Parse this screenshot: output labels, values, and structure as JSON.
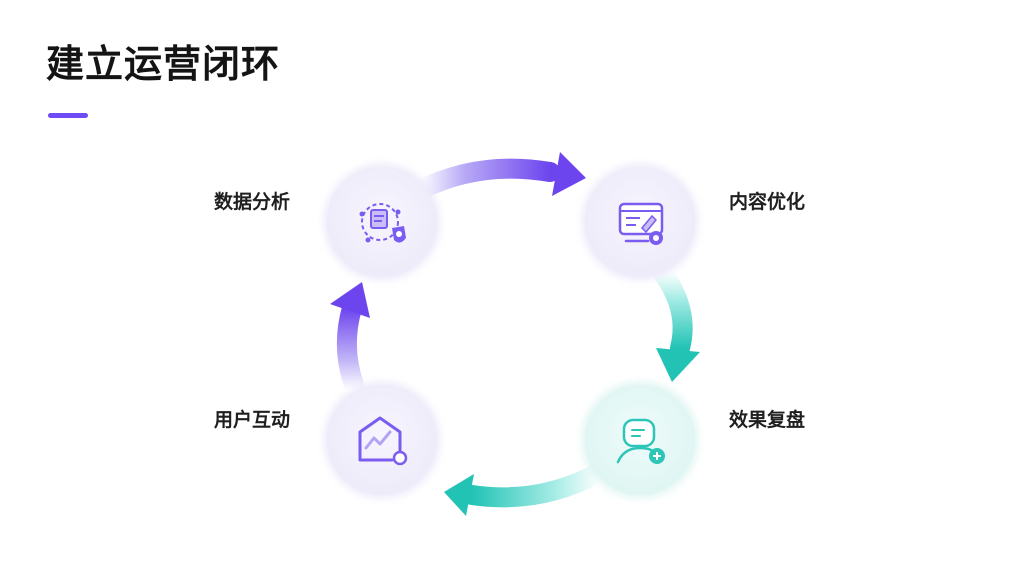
{
  "title": "建立运营闭环",
  "nodes": [
    {
      "id": "top-left",
      "label": "数据分析",
      "icon": "data-analysis-icon",
      "color": "#7b5cf0"
    },
    {
      "id": "top-right",
      "label": "内容优化",
      "icon": "content-optimize-icon",
      "color": "#7b5cf0"
    },
    {
      "id": "bottom-right",
      "label": "效果复盘",
      "icon": "review-icon",
      "color": "#2cc5b8"
    },
    {
      "id": "bottom-left",
      "label": "用户互动",
      "icon": "user-interaction-icon",
      "color": "#7b5cf0"
    }
  ],
  "colors": {
    "accent": "#6d4cf5",
    "teal": "#2cc5b8",
    "circle_bg": "#f3f1fb"
  }
}
